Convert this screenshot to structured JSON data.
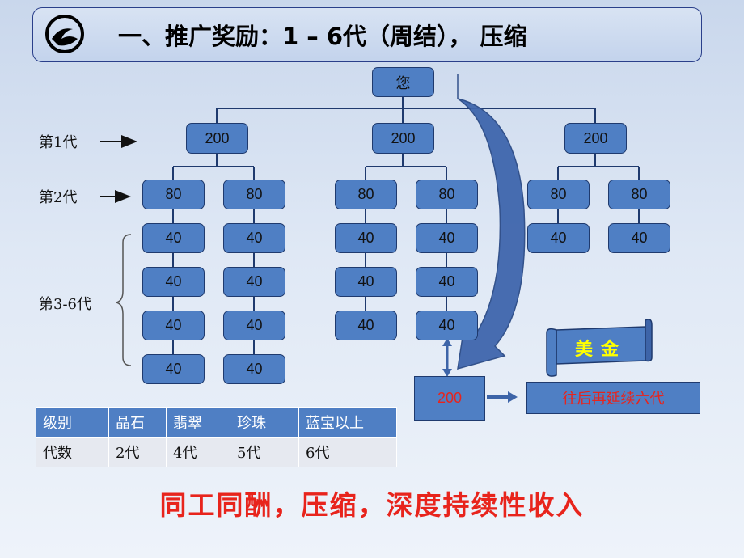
{
  "title": "一、推广奖励：1 – 6代（周结），  压缩",
  "root": "您",
  "gen_labels": {
    "gen1": "第1代",
    "gen2": "第2代",
    "gen36": "第3-6代"
  },
  "tree": {
    "gen1_value": "200",
    "gen2_value": "80",
    "gen36_value": "40"
  },
  "compressed": {
    "value": "200",
    "continue_text": "往后再延续六代"
  },
  "banner": "美金",
  "table": {
    "headers": [
      "级别",
      "晶石",
      "翡翠",
      "珍珠",
      "蓝宝以上"
    ],
    "row_label": "代数",
    "values": [
      "2代",
      "4代",
      "5代",
      "6代"
    ]
  },
  "slogan": "同工同酬，压缩，深度持续性收入",
  "colors": {
    "node": "#4f7fc4",
    "border": "#1f3a6e",
    "accent": "#e8241c",
    "banner_text": "#ffff00"
  }
}
